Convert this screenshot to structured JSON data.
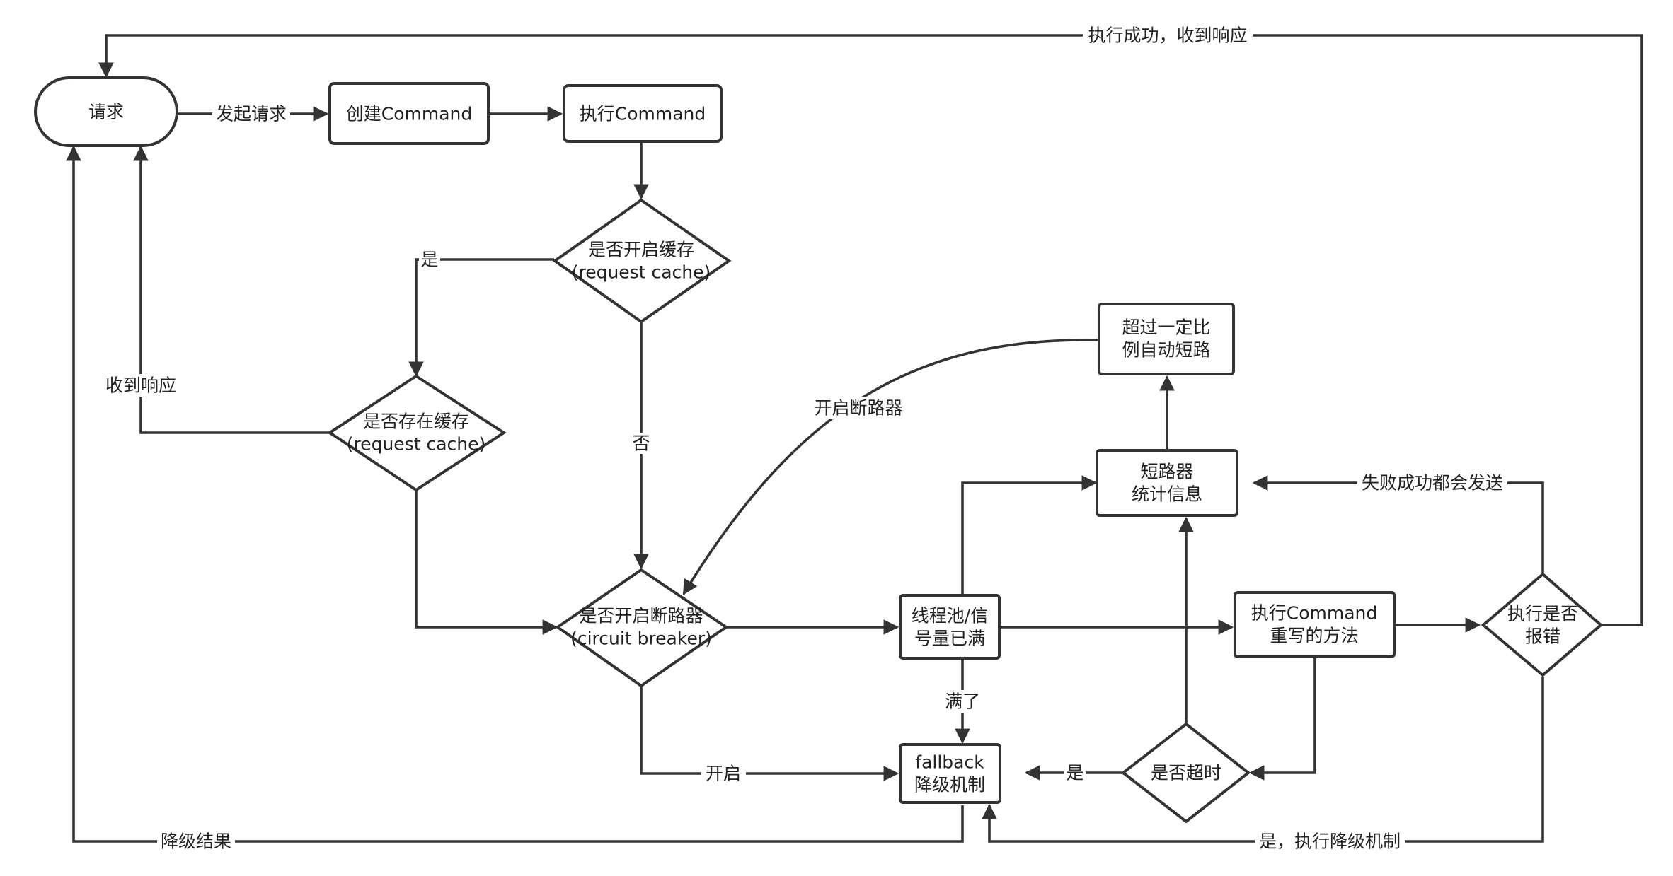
{
  "nodes": {
    "request": {
      "lines": [
        "请求"
      ]
    },
    "create_command": {
      "lines": [
        "创建Command"
      ]
    },
    "execute_command": {
      "lines": [
        "执行Command"
      ]
    },
    "cache_enabled": {
      "lines": [
        "是否开启缓存",
        "(request cache)"
      ]
    },
    "cache_exists": {
      "lines": [
        "是否存在缓存",
        "(request cache)"
      ]
    },
    "breaker_open": {
      "lines": [
        "是否开启断路器",
        "(circuit breaker)"
      ]
    },
    "pool_full": {
      "lines": [
        "线程池/信",
        "号量已满"
      ]
    },
    "run_method": {
      "lines": [
        "执行Command",
        "重写的方法"
      ]
    },
    "exec_error": {
      "lines": [
        "执行是否",
        "报错"
      ]
    },
    "stats": {
      "lines": [
        "短路器",
        "统计信息"
      ]
    },
    "auto_short": {
      "lines": [
        "超过一定比",
        "例自动短路"
      ]
    },
    "timeout": {
      "lines": [
        "是否超时"
      ]
    },
    "fallback": {
      "lines": [
        "fallback",
        "降级机制"
      ]
    }
  },
  "edge_labels": {
    "send_request": "发起请求",
    "success_response": "执行成功，收到响应",
    "cache_yes": "是",
    "cache_no": "否",
    "got_response": "收到响应",
    "open_breaker": "开启断路器",
    "always_send": "失败成功都会发送",
    "full": "满了",
    "opened": "开启",
    "timeout_yes": "是",
    "error_yes": "是，执行降级机制",
    "fallback_result": "降级结果"
  }
}
